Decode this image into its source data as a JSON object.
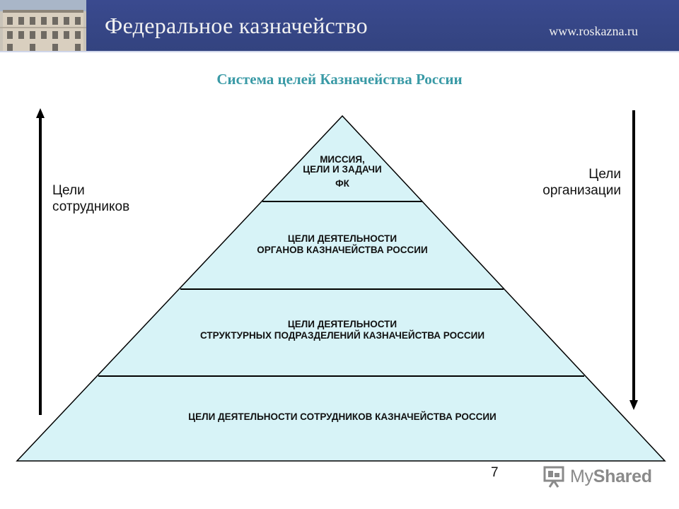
{
  "header": {
    "title": "Федеральное казначейство",
    "url": "www.roskazna.ru"
  },
  "slide_title": "Система целей Казначейства России",
  "left_label": [
    "Цели",
    "сотрудников"
  ],
  "right_label": [
    "Цели",
    "организации"
  ],
  "pyramid": {
    "tiers": [
      {
        "lines": [
          "МИССИЯ,",
          "ЦЕЛИ И ЗАДАЧИ",
          "ФК"
        ]
      },
      {
        "lines": [
          "ЦЕЛИ ДЕЯТЕЛЬНОСТИ",
          "ОРГАНОВ КАЗНАЧЕЙСТВА РОССИИ"
        ]
      },
      {
        "lines": [
          "ЦЕЛИ ДЕЯТЕЛЬНОСТИ",
          "СТРУКТУРНЫХ ПОДРАЗДЕЛЕНИЙ КАЗНАЧЕЙСТВА РОССИИ"
        ]
      },
      {
        "lines": [
          "ЦЕЛИ ДЕЯТЕЛЬНОСТИ СОТРУДНИКОВ КАЗНАЧЕЙСТВА РОССИИ"
        ]
      }
    ],
    "fill_color": "#d7f3f7"
  },
  "page_number": "7",
  "watermark": {
    "my": "My",
    "shared": "Shared"
  }
}
